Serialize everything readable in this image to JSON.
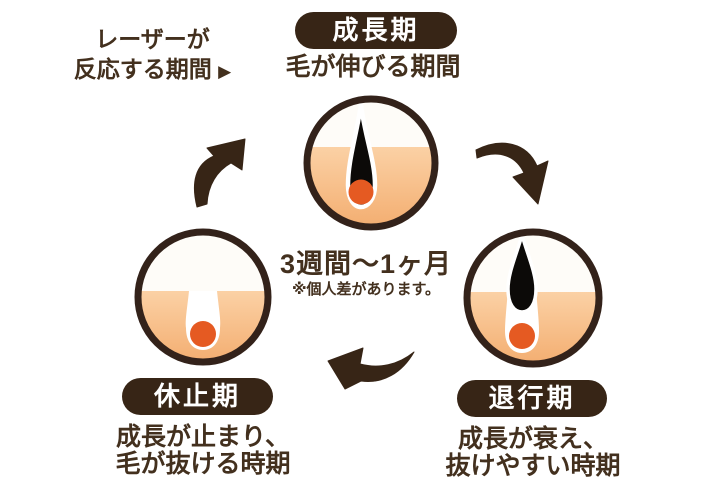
{
  "title_context": "hair growth cycle diagram",
  "laser_label": {
    "line1": "レーザーが",
    "line2": "反応する期間",
    "pointer": "▶"
  },
  "cycle_note": {
    "duration": "3週間〜1ヶ月",
    "disclaimer": "※個人差があります。"
  },
  "phases": {
    "growth": {
      "label": "成長期",
      "description": "毛が伸びる期間"
    },
    "regression": {
      "label": "退行期",
      "description_line1": "成長が衰え、",
      "description_line2": "抜けやすい時期"
    },
    "resting": {
      "label": "休止期",
      "description_line1": "成長が止まり、",
      "description_line2": "毛が抜ける時期"
    }
  },
  "icons": {
    "laser_pointer": "right-triangle",
    "cycle_arrows": "curved-cycle-arrows"
  },
  "colors": {
    "dark_brown": "#372516",
    "circle_border_brown": "#33221a",
    "text_brown": "#43301e",
    "skin_top": "#fbd1a5",
    "skin_bottom": "#f3ac6e",
    "papilla_orange": "#e55a22",
    "hair_black": "#0c0a08",
    "pill_text": "#ffffff",
    "background": "#ffffff"
  }
}
